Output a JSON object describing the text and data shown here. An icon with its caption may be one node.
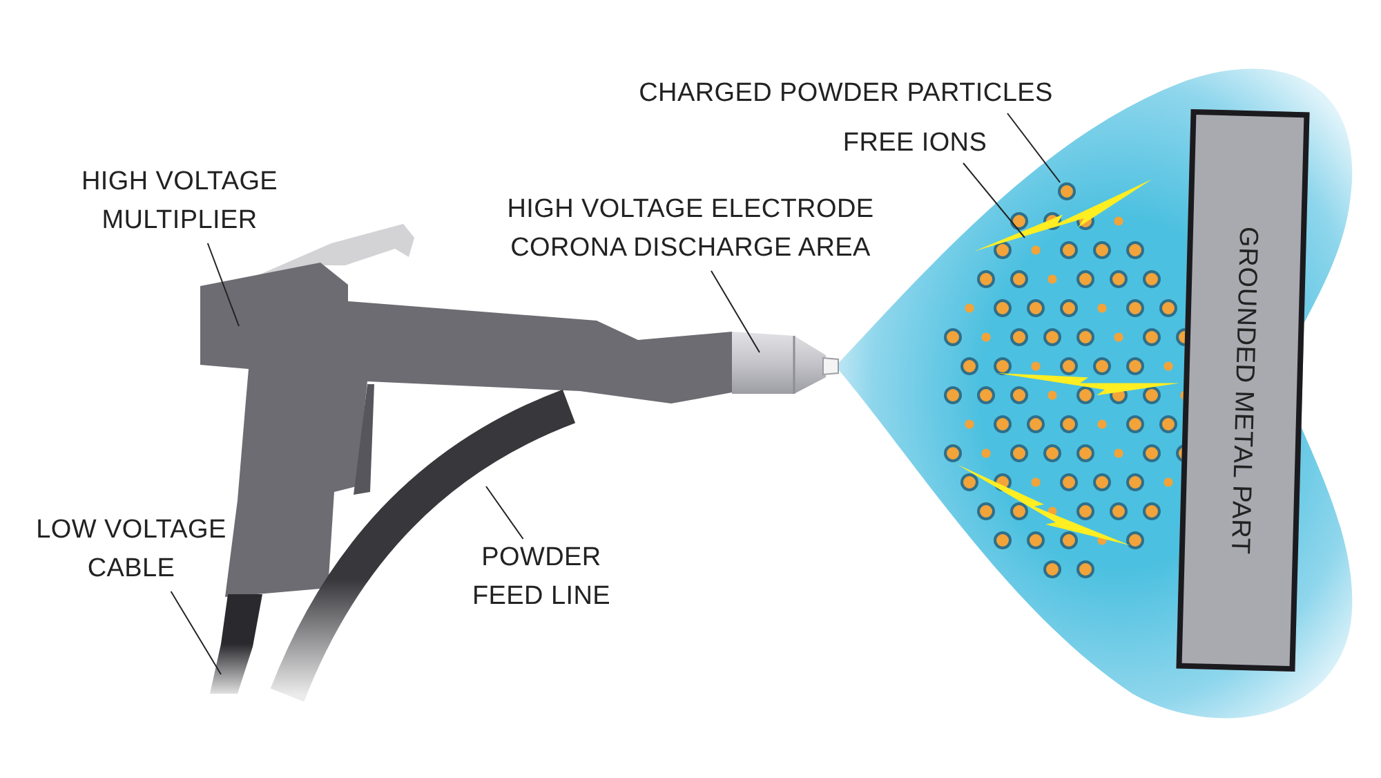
{
  "diagram": {
    "nodes": [
      {
        "text": [
          "HIGH VOLTAGE MULTIPLIER"
        ]
      },
      {
        "text": [],
        "shape": "picture"
      },
      {
        "text": [
          "LOW VOLTAGE CABLE"
        ]
      },
      {
        "text": [],
        "shape": "picture"
      },
      {
        "text": [
          "POWDER FEED LINE"
        ]
      },
      {
        "text": [],
        "shape": "picture"
      },
      {
        "text": [
          "HIGH VOLTAGE ELECTRODE CORONA DISCHARGE AREA"
        ]
      },
      {
        "text": [],
        "shape": "picture"
      },
      {
        "text": [
          "CHARGED POWDER PARTICLES"
        ]
      },
      {
        "text": [],
        "shape": "circle"
      },
      {
        "text": [
          "FREE IONS"
        ]
      },
      {
        "text": [],
        "shape": "picture"
      },
      {
        "text": [
          "GROUNDED METAL PART"
        ]
      },
      {
        "text": [],
        "shape": "picture"
      },
      {
        "text": [],
        "shape": "picture"
      }
    ],
    "edges": [
      {
        "from": 0,
        "to": 1,
        "arrow": "none"
      },
      {
        "from": 2,
        "to": 3,
        "arrow": "none"
      },
      {
        "from": 4,
        "to": 5,
        "arrow": "none"
      },
      {
        "from": 6,
        "to": 7,
        "arrow": "none"
      },
      {
        "from": 8,
        "to": 9,
        "arrow": "none"
      },
      {
        "from": 10,
        "to": 11,
        "arrow": "none"
      }
    ]
  }
}
